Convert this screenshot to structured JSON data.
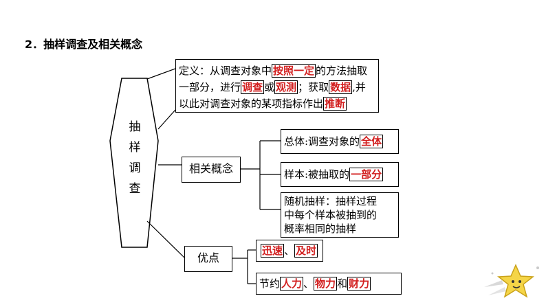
{
  "heading": "2．抽样调查及相关概念",
  "root": {
    "chars": [
      "抽",
      "样",
      "调",
      "查"
    ]
  },
  "definition": {
    "line1_prefix": "定义：从调查对象中",
    "line1_answer": "按照一定",
    "line1_suffix": "的方法抽取",
    "line2_prefix": "一部分，进行",
    "line2_answer1": "调查",
    "line2_mid1": "或",
    "line2_answer2": "观测",
    "line2_mid2": "；获取",
    "line2_answer3": "数据",
    "line2_suffix": ",并",
    "line3_prefix": "以此对调查对象的某项指标作出",
    "line3_answer": "推断"
  },
  "concepts": {
    "label": "相关概念",
    "population": {
      "prefix": "总体:调查对象的",
      "answer": "全体"
    },
    "sample": {
      "prefix": "样本:被抽取的",
      "answer": "一部分"
    },
    "random": {
      "lines": [
        "随机抽样：抽样过程",
        "中每个样本被抽到的",
        "概率相同的抽样"
      ]
    }
  },
  "advantages": {
    "label": "优点",
    "item1": {
      "answer1": "迅速",
      "sep": "、",
      "answer2": "及时"
    },
    "item2": {
      "prefix": "节约",
      "answer1": "人力",
      "sep1": "、",
      "answer2": "物力",
      "mid": "和",
      "answer3": "财力"
    }
  },
  "colors": {
    "answer": "#d21f1f",
    "star": "#f5d547",
    "sparkle": "#c9c9c9"
  },
  "icons": {
    "decoration": "shooting-star-icon"
  }
}
